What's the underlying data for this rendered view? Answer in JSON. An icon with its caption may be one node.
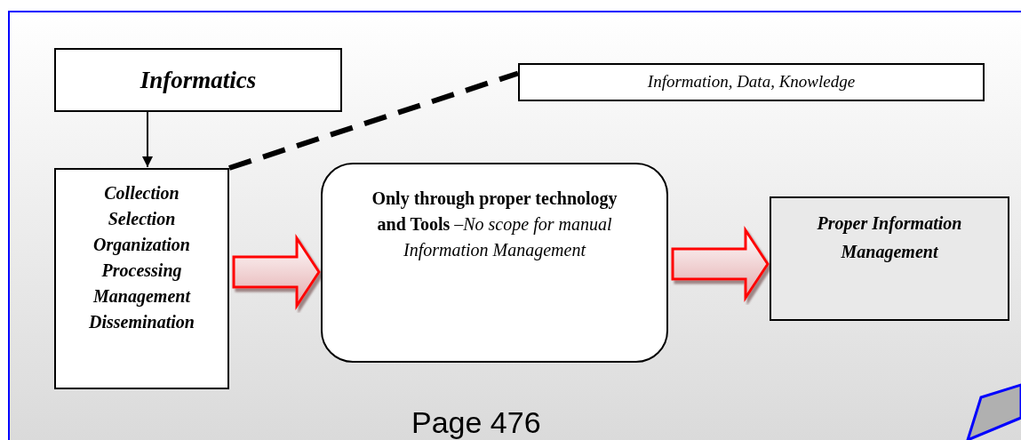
{
  "diagram": {
    "nodes": [
      {
        "text": [
          "Informatics"
        ]
      },
      {
        "text": [
          "Information, Data, Knowledge"
        ]
      },
      {
        "text": [
          "Collection",
          "Selection",
          "Organization",
          "Processing",
          "Management",
          "Dissemination"
        ]
      },
      {
        "text": [
          "**Only through proper technology and Tools** *–No scope for manual Information Management*"
        ]
      },
      {
        "text": [
          "Proper Information Management"
        ]
      }
    ],
    "edges": [
      {
        "from": 0,
        "to": 2,
        "arrow": "to"
      },
      {
        "from": 2,
        "to": 1,
        "arrow": "none",
        "style": "dashed"
      },
      {
        "from": 2,
        "to": 3,
        "arrow": "to",
        "style": "thick",
        "color": "#ff0000"
      },
      {
        "from": 3,
        "to": 4,
        "arrow": "to",
        "style": "thick",
        "color": "#ff0000"
      }
    ],
    "labels": [
      "Page 476"
    ]
  }
}
